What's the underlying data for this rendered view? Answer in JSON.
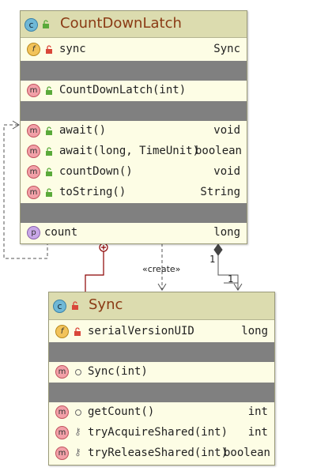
{
  "classes": {
    "countdownlatch": {
      "kind_badge": "c",
      "name": "CountDownLatch",
      "fields": [
        {
          "badge": "f",
          "visibility": "private",
          "name": "sync",
          "type": "Sync"
        }
      ],
      "constructors": [
        {
          "badge": "m",
          "visibility": "public",
          "name": "CountDownLatch(int)",
          "type": ""
        }
      ],
      "methods": [
        {
          "badge": "m",
          "visibility": "public",
          "name": "await()",
          "type": "void"
        },
        {
          "badge": "m",
          "visibility": "public",
          "name": "await(long, TimeUnit)",
          "type": "boolean"
        },
        {
          "badge": "m",
          "visibility": "public",
          "name": "countDown()",
          "type": "void"
        },
        {
          "badge": "m",
          "visibility": "public",
          "name": "toString()",
          "type": "String"
        }
      ],
      "properties": [
        {
          "badge": "p",
          "name": "count",
          "type": "long"
        }
      ]
    },
    "sync": {
      "kind_badge": "c",
      "name": "Sync",
      "fields": [
        {
          "badge": "f",
          "visibility": "private",
          "name": "serialVersionUID",
          "type": "long"
        }
      ],
      "constructors": [
        {
          "badge": "m",
          "visibility": "package",
          "name": "Sync(int)",
          "type": ""
        }
      ],
      "methods": [
        {
          "badge": "m",
          "visibility": "package",
          "name": "getCount()",
          "type": "int"
        },
        {
          "badge": "m",
          "visibility": "protected",
          "name": "tryAcquireShared(int)",
          "type": "int"
        },
        {
          "badge": "m",
          "visibility": "protected",
          "name": "tryReleaseShared(int)",
          "type": "boolean"
        }
      ]
    }
  },
  "relations": {
    "create_label": "«create»",
    "composition_source_mult": "1",
    "composition_target_mult": "1"
  },
  "colors": {
    "class_body": "#fdfde5",
    "class_header": "#dcdcaf",
    "separator": "#808080",
    "class_name": "#8a3a14",
    "inner_class_line": "#8b0000"
  }
}
